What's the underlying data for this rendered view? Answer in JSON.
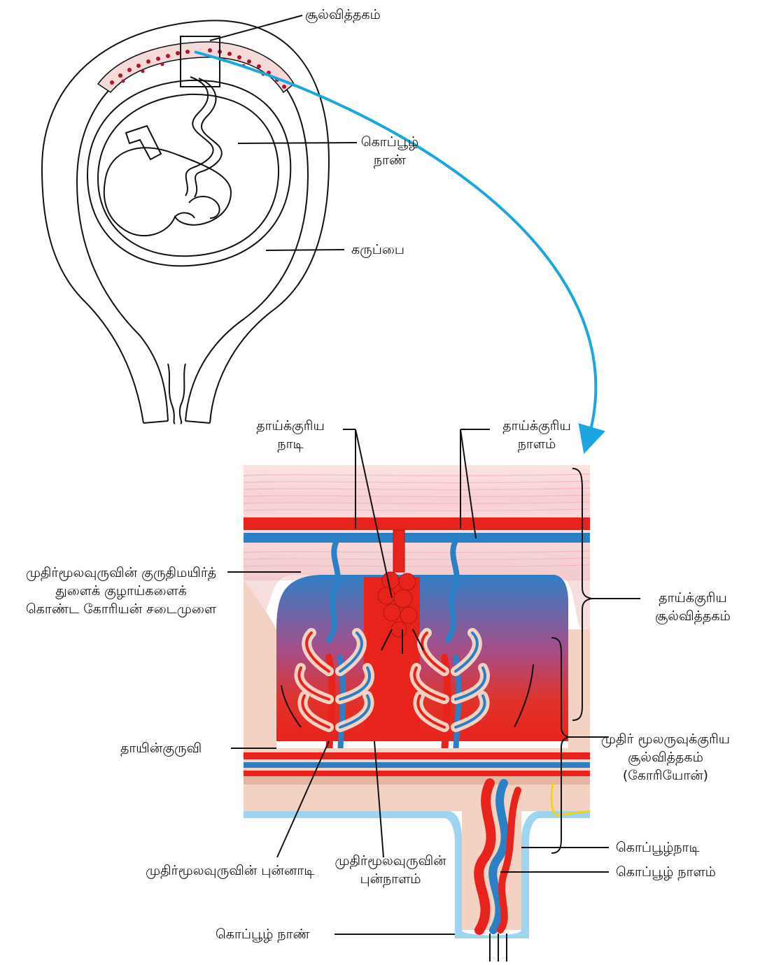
{
  "labels": {
    "placenta_top": "சூல்வித்தகம்",
    "umbilical_cord_top": [
      "கொப்பூழ்",
      "நாண்"
    ],
    "uterus": "கருப்பை",
    "maternal_artery": [
      "தாய்க்குரிய",
      "நாடி"
    ],
    "maternal_vein": [
      "தாய்க்குரிய",
      "நாளம்"
    ],
    "maternal_placenta": [
      "தாய்க்குரிய",
      "சூல்வித்தகம்"
    ],
    "chorionic_villi": [
      "முதிர்மூலவுருவின் குருதிமயிர்த்",
      "துளைக் குழாய்களைக்",
      "கொண்ட கோரியன் சடைமுளை"
    ],
    "maternal_blood": "தாயின்குருவி",
    "fetal_placenta": [
      "முதிர் மூலருவுக்குரிய",
      "சூல்வித்தகம்",
      "(கோரியோன்)"
    ],
    "umbilical_artery": "கொப்பூழ்நாடி",
    "umbilical_vein": "கொப்பூழ் நாளம்",
    "fetal_arteriole": "முதிர்மூலவுருவின் புன்னாடி",
    "fetal_venule": [
      "முதிர்மூலவுருவின்",
      "புன்நாளம்"
    ],
    "umbilical_cord_bottom": "கொப்பூழ் நாண்"
  },
  "colors": {
    "arrow": "#1aa6e0",
    "artery": "#e8231c",
    "vein": "#2b7fc4",
    "tissue": "#f3d2c3",
    "line": "#111111"
  }
}
